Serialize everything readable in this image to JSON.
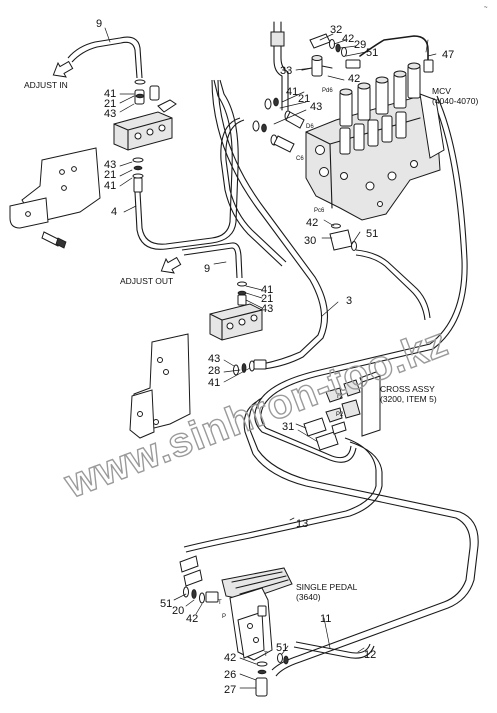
{
  "corner_mark": "~",
  "labels": {
    "adjust_in": "ADJUST IN",
    "adjust_out": "ADJUST OUT",
    "mcv_title": "MCV",
    "mcv_range": "(4040-4070)",
    "cross_title": "CROSS ASSY",
    "cross_ref": "(3200, ITEM 5)",
    "pedal_title": "SINGLE PEDAL",
    "pedal_ref": "(3640)"
  },
  "port_labels": {
    "d6": "D6",
    "c6": "C6",
    "pc6": "Pc6",
    "pd6": "Pd6",
    "t2": "T2",
    "p2": "P2",
    "t": "T",
    "p": "P",
    "t_small": "T"
  },
  "callouts": {
    "c9_top": "9",
    "c41_a": "41",
    "c21_a": "21",
    "c43_a": "43",
    "c43_b": "43",
    "c21_b": "21",
    "c41_b": "41",
    "c4": "4",
    "c9_mid": "9",
    "c41_c": "41",
    "c21_c": "21",
    "c43_c": "43",
    "c3": "3",
    "c43_d": "43",
    "c28": "28",
    "c41_d": "41",
    "c32": "32",
    "c42_top": "42",
    "c29": "29",
    "c51_top": "51",
    "c47": "47",
    "c33": "33",
    "c42_mcv": "42",
    "c41_mcv": "41",
    "c21_mcv": "21",
    "c43_mcv": "43",
    "c42_mid": "42",
    "c30": "30",
    "c51_mid": "51",
    "c31": "31",
    "c13": "13",
    "c51_bl": "51",
    "c20": "20",
    "c42_bl": "42",
    "c11": "11",
    "c12": "12",
    "c42_bot": "42",
    "c51_bot": "51",
    "c26": "26",
    "c27": "27"
  },
  "watermark": "www.sinhron-too.kz"
}
